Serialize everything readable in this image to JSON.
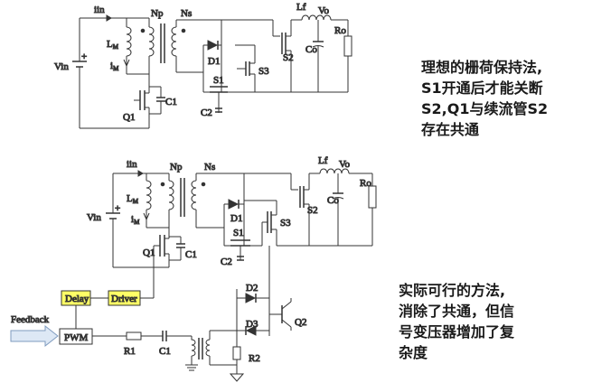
{
  "circuit1": {
    "labels": {
      "iin": "iin",
      "np": "Np",
      "ns": "Ns",
      "lf": "Lf",
      "vo": "Vo",
      "co": "Co",
      "ro": "Ro",
      "lm": "L",
      "lm_sub": "M",
      "im": "i",
      "im_sub": "M",
      "vin": "Vin",
      "d1": "D1",
      "s1": "S1",
      "s2": "S2",
      "s3": "S3",
      "q1": "Q1",
      "c1": "C1",
      "c2": "C2"
    }
  },
  "circuit2": {
    "labels": {
      "iin": "iin",
      "np": "Np",
      "ns": "Ns",
      "lf": "Lf",
      "vo": "Vo",
      "co": "Co",
      "ro": "Ro",
      "lm": "L",
      "lm_sub": "M",
      "im": "i",
      "im_sub": "M",
      "vin": "Vin",
      "d1": "D1",
      "s1": "S1",
      "s2": "S2",
      "s3": "S3",
      "q1": "Q1",
      "c1": "C1",
      "c2": "C2",
      "d2": "D2",
      "d3": "D3",
      "q2": "Q2",
      "r1": "R1",
      "r2": "R2",
      "c1b": "C1",
      "delay": "Delay",
      "driver": "Driver",
      "pwm": "PWM",
      "feedback": "Feedback"
    }
  },
  "notes": {
    "ideal": [
      "理想的栅荷保持法,",
      "S1开通后才能关断",
      "S2,Q1与续流管S2",
      "存在共通"
    ],
    "practical": [
      "实际可行的方法,",
      "消除了共通，但信",
      "号变压器增加了复",
      "杂度"
    ]
  },
  "colors": {
    "label_box": "#ffff66",
    "arrow_fill": "#dde8f5",
    "arrow_stroke": "#7f9bbf"
  }
}
